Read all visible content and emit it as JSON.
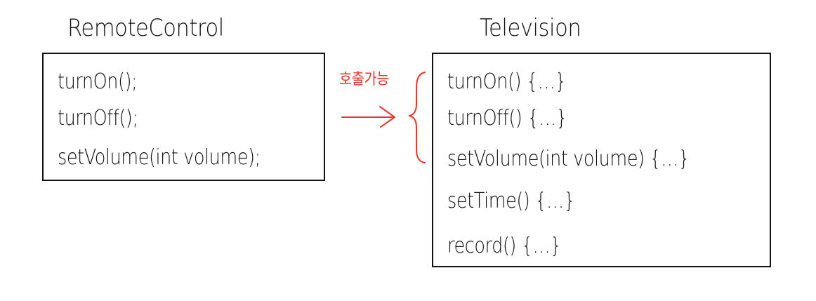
{
  "remote_control": {
    "title": "RemoteControl",
    "methods": [
      "turnOn();",
      "turnOff();",
      "setVolume(int volume);"
    ]
  },
  "television": {
    "title": "Television",
    "methods": [
      "turnOn() {…}",
      "turnOff() {…}",
      "setVolume(int volume) {…}",
      "setTime() {…}",
      "record() {…}"
    ]
  },
  "annotation": {
    "label": "호출가능",
    "color": "#e8382b"
  }
}
